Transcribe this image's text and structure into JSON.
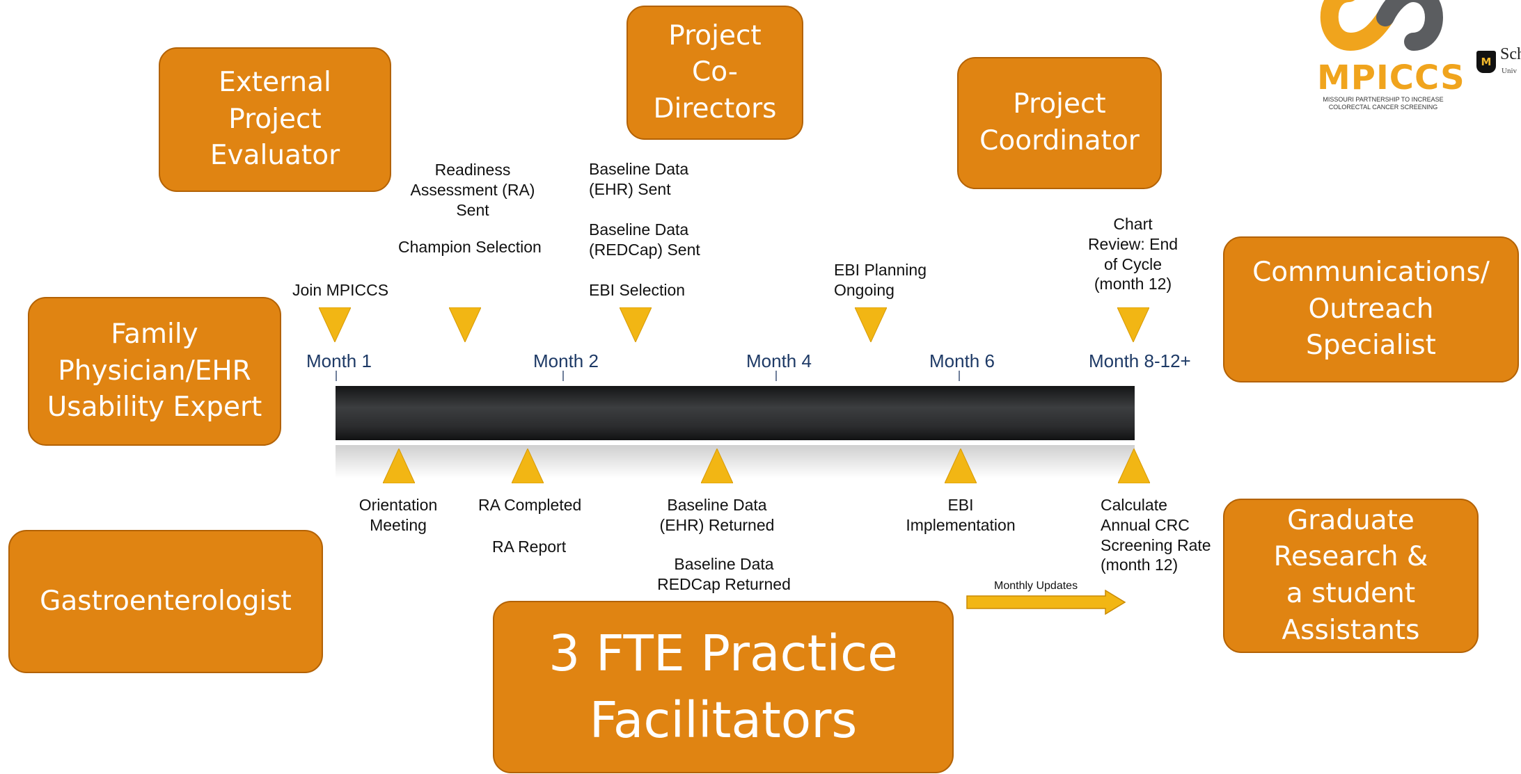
{
  "roles": {
    "external_evaluator": "External\nProject\nEvaluator",
    "co_directors": "Project\nCo-\nDirectors",
    "coordinator": "Project\nCoordinator",
    "family_physician": "Family\nPhysician/EHR\nUsability Expert",
    "communications": "Communications/\nOutreach\nSpecialist",
    "gastroenterologist": "Gastroenterologist",
    "graduate_research": "Graduate\nResearch &\na student\nAssistants",
    "practice_facilitators": "3 FTE Practice\nFacilitators"
  },
  "timeline": {
    "months": [
      "Month 1",
      "Month 2",
      "Month 4",
      "Month 6",
      "Month 8-12+"
    ],
    "above": {
      "join": "Join MPICCS",
      "readiness": "Readiness\nAssessment (RA)\nSent",
      "champion": "Champion Selection",
      "baseline_ehr_sent": "Baseline Data\n(EHR) Sent",
      "baseline_redcap_sent": "Baseline Data\n(REDCap) Sent",
      "ebi_selection": "EBI Selection",
      "ebi_planning": "EBI Planning\nOngoing",
      "chart_review": "Chart\nReview: End\nof Cycle\n(month 12)"
    },
    "below": {
      "orientation": "Orientation\nMeeting",
      "ra_completed": "RA Completed",
      "ra_report": "RA Report",
      "baseline_ehr_returned": "Baseline Data\n(EHR) Returned",
      "baseline_redcap_returned": "Baseline Data\nREDCap Returned",
      "ebi_implementation": "EBI\nImplementation",
      "calculate_rate": "Calculate\nAnnual CRC\nScreening Rate\n(month 12)"
    },
    "monthly_updates": "Monthly Updates"
  },
  "logo": {
    "name": "MPICCS",
    "tagline": "MISSOURI PARTNERSHIP TO INCREASE\nCOLORECTAL CANCER SCREENING",
    "school_partial": "Sch",
    "school_sub_partial": "Univ",
    "mu_mark": "M"
  },
  "colors": {
    "role_box": "#e08412",
    "role_border": "#b36205",
    "marker_yellow": "#f2b614",
    "month_text": "#1e3a66"
  }
}
